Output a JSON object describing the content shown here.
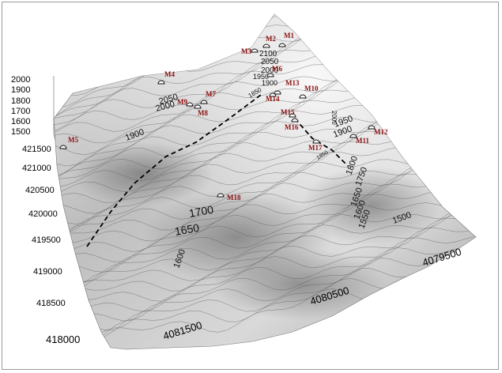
{
  "colors": {
    "surface_dark": "#6f6f6f",
    "surface_light": "#f2f2f2",
    "route": "#000000",
    "marker_label": "#8b1010"
  },
  "elevation_axis": {
    "ticks": [
      "2000",
      "1900",
      "1800",
      "1700",
      "1600",
      "1500"
    ]
  },
  "northing_axis": {
    "ticks": [
      "421500",
      "421000",
      "420500",
      "420000",
      "419500",
      "419000",
      "418500",
      "418000"
    ]
  },
  "easting_axis": {
    "ticks": [
      "4081500",
      "4080500",
      "4079500"
    ]
  },
  "contour_labels": [
    {
      "text": "2100"
    },
    {
      "text": "2050"
    },
    {
      "text": "2000"
    },
    {
      "text": "1950"
    },
    {
      "text": "1900"
    },
    {
      "text": "1850"
    },
    {
      "text": "2050"
    },
    {
      "text": "2000"
    },
    {
      "text": "1900"
    },
    {
      "text": "2000"
    },
    {
      "text": "1950"
    },
    {
      "text": "1900"
    },
    {
      "text": "1850"
    },
    {
      "text": "1800"
    },
    {
      "text": "1750"
    },
    {
      "text": "1700"
    },
    {
      "text": "1650"
    },
    {
      "text": "1650"
    },
    {
      "text": "1600"
    },
    {
      "text": "1550"
    },
    {
      "text": "1500"
    },
    {
      "text": "1600"
    }
  ],
  "markers": [
    {
      "label": "M1"
    },
    {
      "label": "M2"
    },
    {
      "label": "M3"
    },
    {
      "label": "M4"
    },
    {
      "label": "M5"
    },
    {
      "label": "M6"
    },
    {
      "label": "M7"
    },
    {
      "label": "M8"
    },
    {
      "label": "M9"
    },
    {
      "label": "M10"
    },
    {
      "label": "M11"
    },
    {
      "label": "M12"
    },
    {
      "label": "M13"
    },
    {
      "label": "M14"
    },
    {
      "label": "M15"
    },
    {
      "label": "M16"
    },
    {
      "label": "M17"
    },
    {
      "label": "M18"
    }
  ]
}
